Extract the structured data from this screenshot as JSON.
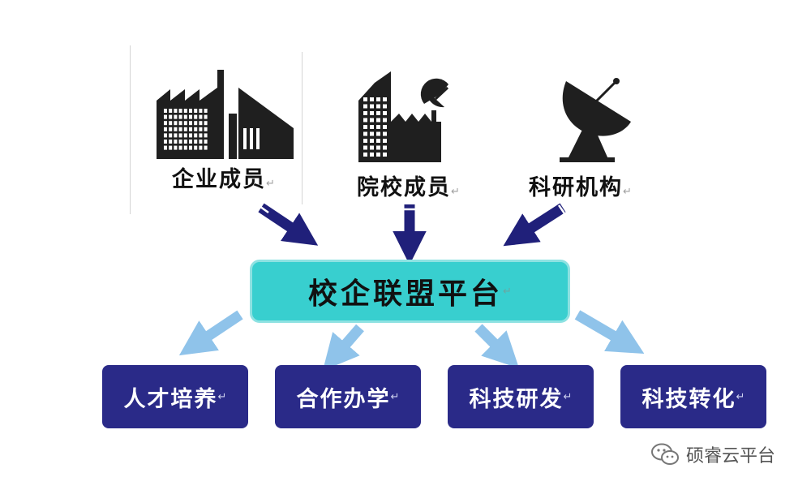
{
  "colors": {
    "icon": "#1f1f1f",
    "dark_arrow": "#20207a",
    "light_arrow": "#8fc3ea",
    "platform_fill": "#38cfcf",
    "platform_border": "#8ee2e2",
    "box_fill": "#2a2a88"
  },
  "sources": [
    {
      "label": "企业成员",
      "icon": "factory-icon"
    },
    {
      "label": "院校成员",
      "icon": "building-with-dish-icon"
    },
    {
      "label": "科研机构",
      "icon": "satellite-dish-icon"
    }
  ],
  "platform": {
    "label": "校企联盟平台"
  },
  "outcomes": [
    {
      "label": "人才培养"
    },
    {
      "label": "合作办学"
    },
    {
      "label": "科技研发"
    },
    {
      "label": "科技转化"
    }
  ],
  "return_mark": "↵",
  "watermark": {
    "icon": "wechat-icon",
    "text": "硕睿云平台"
  }
}
